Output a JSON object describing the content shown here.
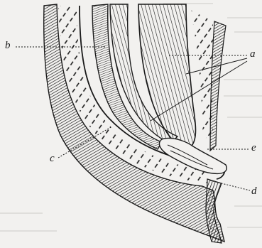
{
  "labels": {
    "a": "a",
    "b": "b",
    "c": "c",
    "d": "d",
    "e": "e"
  },
  "colors": {
    "paper": "#f2f1ef",
    "ink": "#1a1a1a",
    "text_ghost": "#dddcd9"
  }
}
